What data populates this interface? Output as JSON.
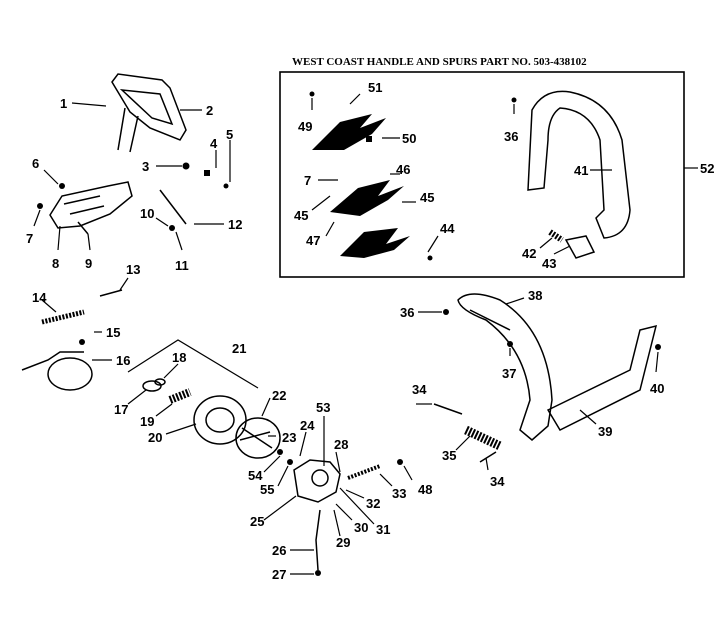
{
  "inset": {
    "title": "WEST COAST HANDLE AND SPURS PART NO. 503-438102",
    "group_label": "52"
  },
  "callouts": [
    {
      "id": "c1",
      "label": "1"
    },
    {
      "id": "c2",
      "label": "2"
    },
    {
      "id": "c3",
      "label": "3"
    },
    {
      "id": "c4",
      "label": "4"
    },
    {
      "id": "c5",
      "label": "5"
    },
    {
      "id": "c6",
      "label": "6"
    },
    {
      "id": "c7a",
      "label": "7"
    },
    {
      "id": "c8",
      "label": "8"
    },
    {
      "id": "c9",
      "label": "9"
    },
    {
      "id": "c10",
      "label": "10"
    },
    {
      "id": "c11",
      "label": "11"
    },
    {
      "id": "c12",
      "label": "12"
    },
    {
      "id": "c13",
      "label": "13"
    },
    {
      "id": "c14",
      "label": "14"
    },
    {
      "id": "c15",
      "label": "15"
    },
    {
      "id": "c16",
      "label": "16"
    },
    {
      "id": "c17",
      "label": "17"
    },
    {
      "id": "c18",
      "label": "18"
    },
    {
      "id": "c19",
      "label": "19"
    },
    {
      "id": "c20",
      "label": "20"
    },
    {
      "id": "c21",
      "label": "21"
    },
    {
      "id": "c22",
      "label": "22"
    },
    {
      "id": "c23",
      "label": "23"
    },
    {
      "id": "c24",
      "label": "24"
    },
    {
      "id": "c25",
      "label": "25"
    },
    {
      "id": "c26",
      "label": "26"
    },
    {
      "id": "c27",
      "label": "27"
    },
    {
      "id": "c28",
      "label": "28"
    },
    {
      "id": "c29",
      "label": "29"
    },
    {
      "id": "c30",
      "label": "30"
    },
    {
      "id": "c31",
      "label": "31"
    },
    {
      "id": "c32",
      "label": "32"
    },
    {
      "id": "c33",
      "label": "33"
    },
    {
      "id": "c34a",
      "label": "34"
    },
    {
      "id": "c34b",
      "label": "34"
    },
    {
      "id": "c35",
      "label": "35"
    },
    {
      "id": "c36a",
      "label": "36"
    },
    {
      "id": "c36b",
      "label": "36"
    },
    {
      "id": "c37",
      "label": "37"
    },
    {
      "id": "c38",
      "label": "38"
    },
    {
      "id": "c39",
      "label": "39"
    },
    {
      "id": "c40",
      "label": "40"
    },
    {
      "id": "c41",
      "label": "41"
    },
    {
      "id": "c42",
      "label": "42"
    },
    {
      "id": "c43",
      "label": "43"
    },
    {
      "id": "c44",
      "label": "44"
    },
    {
      "id": "c45a",
      "label": "45"
    },
    {
      "id": "c45b",
      "label": "45"
    },
    {
      "id": "c46",
      "label": "46"
    },
    {
      "id": "c47",
      "label": "47"
    },
    {
      "id": "c48",
      "label": "48"
    },
    {
      "id": "c49",
      "label": "49"
    },
    {
      "id": "c50",
      "label": "50"
    },
    {
      "id": "c51",
      "label": "51"
    },
    {
      "id": "c53",
      "label": "53"
    },
    {
      "id": "c54",
      "label": "54"
    },
    {
      "id": "c55",
      "label": "55"
    },
    {
      "id": "c7b",
      "label": "7"
    }
  ]
}
